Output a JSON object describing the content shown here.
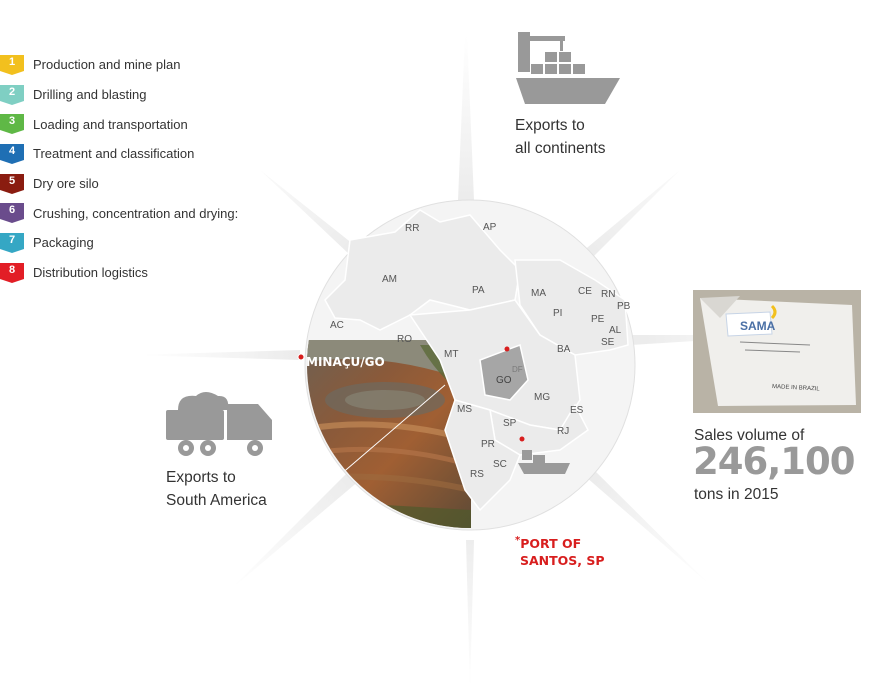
{
  "legend": {
    "items": [
      {
        "num": "1",
        "label": "Production and mine plan",
        "color": "#f2c01e"
      },
      {
        "num": "2",
        "label": "Drilling and blasting",
        "color": "#7fcfc3"
      },
      {
        "num": "3",
        "label": "Loading and transportation",
        "color": "#5fb846"
      },
      {
        "num": "4",
        "label": "Treatment and classification",
        "color": "#1f6fb4"
      },
      {
        "num": "5",
        "label": "Dry ore silo",
        "color": "#8a1c10"
      },
      {
        "num": "6",
        "label": "Crushing, concentration and drying:",
        "color": "#6a4c8c"
      },
      {
        "num": "7",
        "label": "Packaging",
        "color": "#35a7c4"
      },
      {
        "num": "8",
        "label": "Distribution logistics",
        "color": "#e21e26"
      }
    ]
  },
  "exports_continents": {
    "line1": "Exports to",
    "line2": "all continents"
  },
  "exports_south_america": {
    "line1": "Exports to",
    "line2": "South America"
  },
  "sales": {
    "line1": "Sales volume of",
    "number": "246,100",
    "line2": "tons in 2015"
  },
  "bag": {
    "brand": "SAMA",
    "made_in": "MADE IN BRAZIL"
  },
  "mine": {
    "city": "MINAÇU/GO"
  },
  "port": {
    "line1": "PORT OF",
    "line2": "SANTOS, SP",
    "star": "*"
  },
  "map": {
    "states": [
      "RR",
      "AP",
      "AM",
      "PA",
      "MA",
      "CE",
      "RN",
      "PB",
      "PI",
      "PE",
      "AL",
      "SE",
      "AC",
      "RO",
      "MT",
      "BA",
      "DF",
      "GO",
      "MG",
      "ES",
      "MS",
      "SP",
      "RJ",
      "PR",
      "SC",
      "RS"
    ]
  },
  "colors": {
    "accent_red": "#d81e1e",
    "number_gray": "#999999",
    "map_fill": "#ebebeb",
    "goias_fill": "#a6a6a6"
  }
}
